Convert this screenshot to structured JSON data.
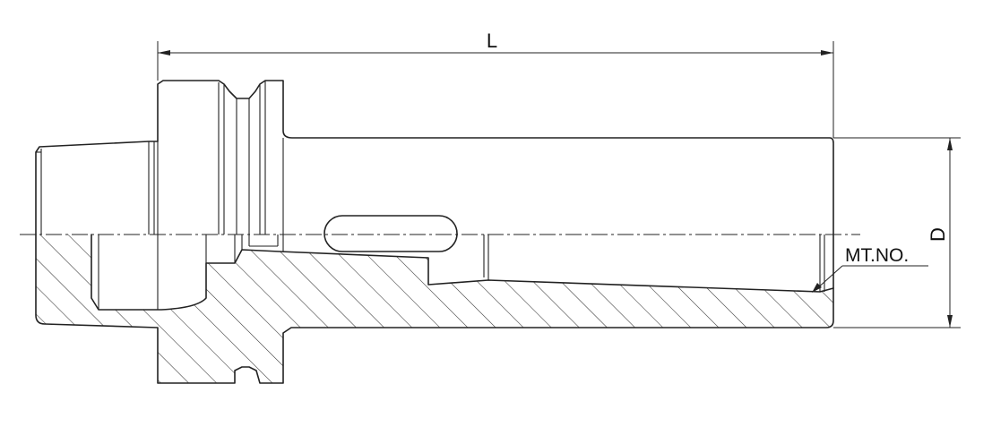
{
  "drawing": {
    "dimensions": {
      "length_label": "L",
      "diameter_label": "D"
    },
    "callouts": {
      "taper_label": "MT.NO."
    },
    "colors": {
      "stroke": "#222222",
      "background": "#ffffff"
    }
  }
}
